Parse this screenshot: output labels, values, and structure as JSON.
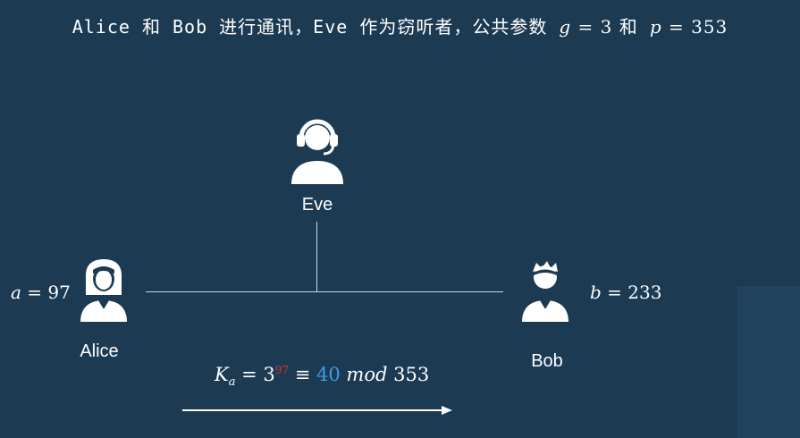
{
  "title": {
    "prefix": "Alice 和 Bob 进行通讯，Eve 作为窃听者，公共参数",
    "g_var": "g",
    "g_eq": " = 3 ",
    "and": "和",
    "p_var": "p",
    "p_eq": " = 353"
  },
  "eve": {
    "label": "Eve",
    "icon": "eavesdropper-headset-icon"
  },
  "alice": {
    "label": "Alice",
    "icon": "female-user-icon",
    "param_var": "a",
    "param_eq": " = 97"
  },
  "bob": {
    "label": "Bob",
    "icon": "male-user-icon",
    "param_var": "b",
    "param_eq": " = 233"
  },
  "equation": {
    "lhs_var": "K",
    "lhs_sub": "a",
    "eq1": " = 3",
    "exponent": "97",
    "congruent": " ≡ ",
    "result": "40",
    "mod": " mod ",
    "modulus": "353"
  },
  "colors": {
    "background": "#1c3a52",
    "exponent": "#d43a2f",
    "result": "#3aa0e8",
    "lines": "#d0d8de"
  }
}
